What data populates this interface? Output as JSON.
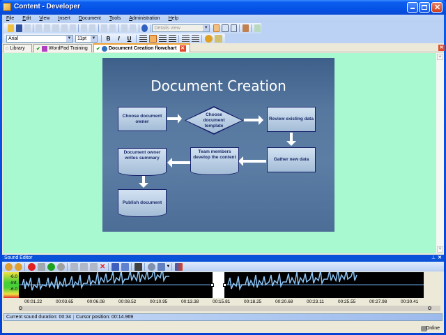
{
  "window": {
    "title": "Content - Developer"
  },
  "menu": [
    "File",
    "Edit",
    "View",
    "Insert",
    "Document",
    "Tools",
    "Administration",
    "Help"
  ],
  "toolbar": {
    "view_dropdown": "Details view",
    "font": "Arial",
    "font_size": "11pt",
    "bold": "B",
    "italic": "I",
    "underline": "U"
  },
  "tabs": [
    {
      "label": "Library",
      "checked": false
    },
    {
      "label": "WordPad Training",
      "checked": true
    },
    {
      "label": "Document Creation flowchart",
      "checked": true,
      "active": true
    }
  ],
  "slide": {
    "title": "Document Creation",
    "nodes": [
      "Choose document owner",
      "Choose document template",
      "Review existing data",
      "Gather new data",
      "Team members develop the content",
      "Document owner writes summary",
      "Publish document"
    ]
  },
  "sound_editor": {
    "title": "Sound Editor",
    "meter": [
      "-6.0",
      "-Inf.",
      "-6.0"
    ],
    "timeline": [
      "00:01.22",
      "00:03.65",
      "00:06.08",
      "00:08.52",
      "00:10.95",
      "00:13.38",
      "00:15.81",
      "00:18.25",
      "00:20.68",
      "00:23.11",
      "00:25.55",
      "00:27.98",
      "00:30.41"
    ],
    "duration": "Current sound duration: 00:34",
    "cursor": "Cursor position: 00:14.969"
  },
  "status": {
    "online": "Online"
  }
}
